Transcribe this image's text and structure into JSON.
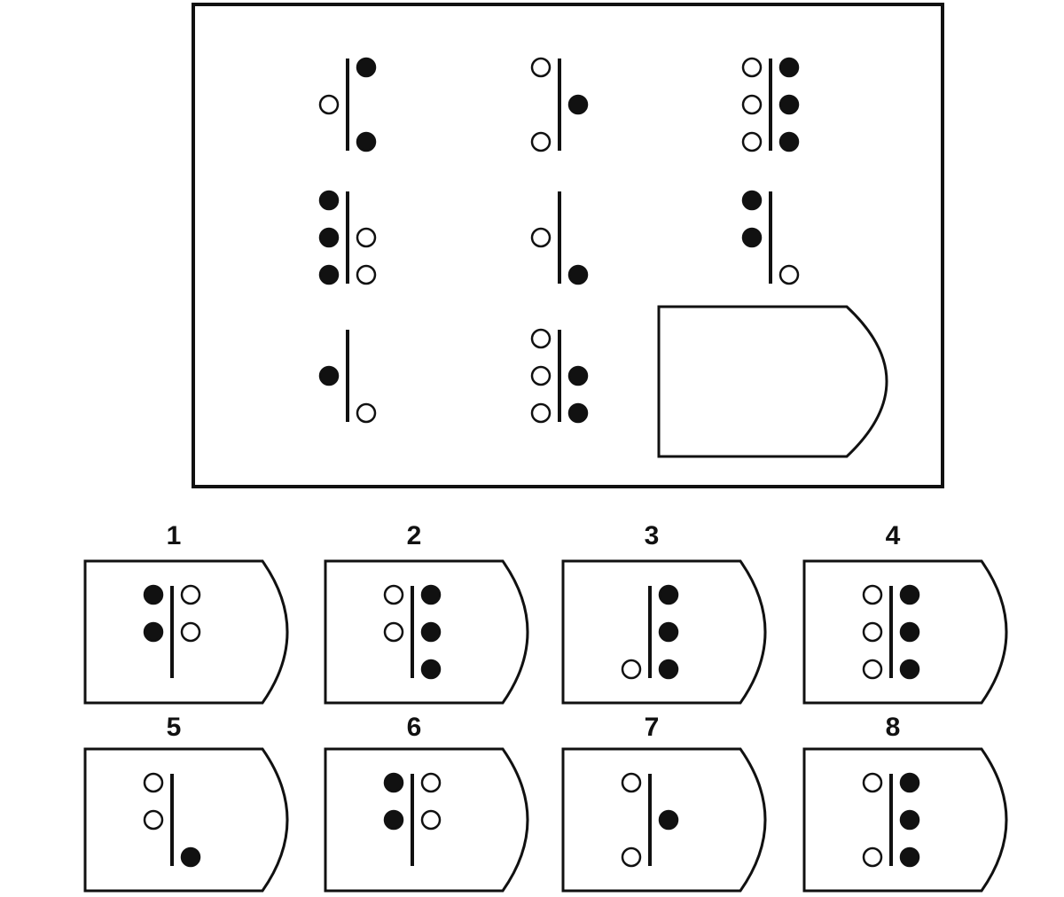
{
  "colors": {
    "ink": "#111111",
    "background": "#ffffff"
  },
  "matrix": {
    "cells": [
      {
        "left": [
          "",
          "empty",
          ""
        ],
        "right": [
          "filled",
          "",
          "filled"
        ]
      },
      {
        "left": [
          "empty",
          "",
          "empty"
        ],
        "right": [
          "",
          "filled",
          ""
        ]
      },
      {
        "left": [
          "empty",
          "empty",
          "empty"
        ],
        "right": [
          "filled",
          "filled",
          "filled"
        ]
      },
      {
        "left": [
          "filled",
          "filled",
          "filled"
        ],
        "right": [
          "",
          "empty",
          "empty"
        ]
      },
      {
        "left": [
          "",
          "empty",
          ""
        ],
        "right": [
          "",
          "",
          "filled"
        ]
      },
      {
        "left": [
          "filled",
          "filled",
          ""
        ],
        "right": [
          "",
          "",
          "empty"
        ]
      },
      {
        "left": [
          "",
          "filled",
          ""
        ],
        "right": [
          "",
          "",
          "empty"
        ]
      },
      {
        "left": [
          "empty",
          "empty",
          "empty"
        ],
        "right": [
          "",
          "filled",
          "filled"
        ]
      },
      {
        "missing": true
      }
    ]
  },
  "options": [
    {
      "label": "1",
      "left": [
        "filled",
        "filled",
        ""
      ],
      "right": [
        "empty",
        "empty",
        ""
      ]
    },
    {
      "label": "2",
      "left": [
        "empty",
        "empty",
        ""
      ],
      "right": [
        "filled",
        "filled",
        "filled"
      ]
    },
    {
      "label": "3",
      "left": [
        "",
        "",
        "empty"
      ],
      "right": [
        "filled",
        "filled",
        "filled"
      ]
    },
    {
      "label": "4",
      "left": [
        "empty",
        "empty",
        "empty"
      ],
      "right": [
        "filled",
        "filled",
        "filled"
      ]
    },
    {
      "label": "5",
      "left": [
        "empty",
        "empty",
        ""
      ],
      "right": [
        "",
        "",
        "filled"
      ]
    },
    {
      "label": "6",
      "left": [
        "filled",
        "filled",
        ""
      ],
      "right": [
        "empty",
        "empty",
        ""
      ]
    },
    {
      "label": "7",
      "left": [
        "empty",
        "",
        "empty"
      ],
      "right": [
        "",
        "filled",
        ""
      ]
    },
    {
      "label": "8",
      "left": [
        "empty",
        "",
        "empty"
      ],
      "right": [
        "filled",
        "filled",
        "filled"
      ]
    }
  ]
}
